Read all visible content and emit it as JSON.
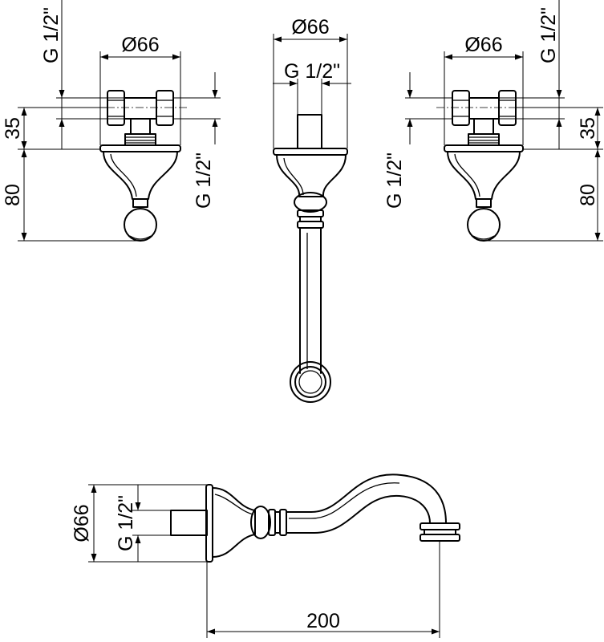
{
  "left_valve": {
    "diameter_label": "Ø66",
    "thread_label": "G 1/2\"",
    "depth_label": "35",
    "height_label": "80",
    "side_thread_label": "G 1/2\""
  },
  "center_spout": {
    "diameter_label": "Ø66",
    "thread_label": "G 1/2\""
  },
  "right_valve": {
    "diameter_label": "Ø66",
    "thread_label": "G 1/2\"",
    "depth_label": "35",
    "height_label": "80",
    "side_thread_label": "G 1/2\""
  },
  "side_view": {
    "diameter_label": "Ø66",
    "thread_label": "G 1/2\"",
    "length_label": "200"
  }
}
